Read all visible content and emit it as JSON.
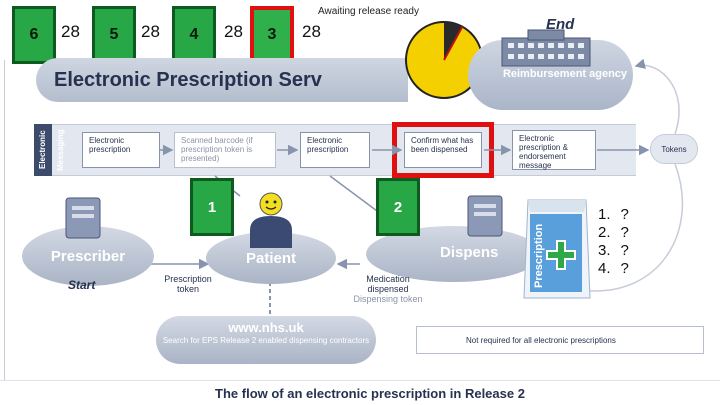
{
  "header": {
    "status_text": "Awaiting release ready",
    "counters": [
      {
        "value": "6",
        "count": "28"
      },
      {
        "value": "5",
        "count": "28"
      },
      {
        "value": "4",
        "count": "28"
      },
      {
        "value": "3",
        "count": "28"
      }
    ],
    "clock_fraction": 0.08
  },
  "banner": {
    "title": "Electronic Prescription Serv"
  },
  "end": {
    "label": "End",
    "agency": "Reimbursement agency"
  },
  "messaging": {
    "label": "Electronic Messaging",
    "boxes": [
      {
        "text": "Electronic prescription"
      },
      {
        "text": "Scanned barcode (if prescription token is presented)"
      },
      {
        "text": "Electronic prescription"
      },
      {
        "text": "Confirm what has been dispensed"
      },
      {
        "text": "Electronic prescription & endorsement message"
      }
    ],
    "tokens": "Tokens"
  },
  "steps": {
    "one": "1",
    "two": "2"
  },
  "nodes": {
    "prescriber": "Prescriber",
    "patient": "Patient",
    "dispenser": "Dispens",
    "start": "Start"
  },
  "notes": {
    "prescription_token": "Prescription token",
    "medication": "Medication dispensed",
    "dispensing_token": "Dispensing token"
  },
  "nhs": {
    "title": "www.nhs.uk",
    "subtitle": "Search for EPS Release 2 enabled dispensing contractors"
  },
  "legend": {
    "text": "Not required for all electronic prescriptions"
  },
  "bag": {
    "label": "Prescription"
  },
  "questions": [
    {
      "num": "1.",
      "val": "?"
    },
    {
      "num": "2.",
      "val": "?"
    },
    {
      "num": "3.",
      "val": "?"
    },
    {
      "num": "4.",
      "val": "?"
    }
  ],
  "footer": {
    "caption": "The flow of an electronic prescription in Release 2"
  },
  "colors": {
    "green": "#27a745",
    "red": "#e01010",
    "navy": "#26324f",
    "clock": "#f5d000"
  }
}
